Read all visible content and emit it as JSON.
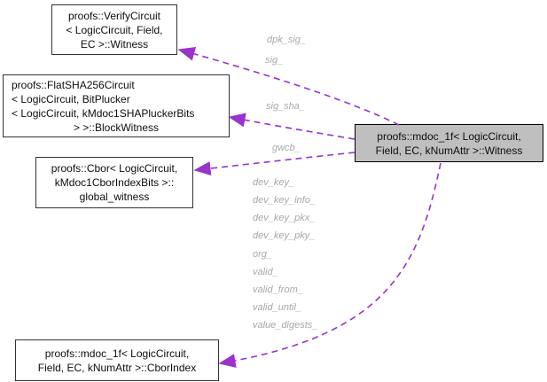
{
  "colors": {
    "edge": "#9a32cd",
    "edge_label": "#a8a8a8",
    "highlight_node_fill": "#bfbfbf",
    "node_fill": "#ffffff",
    "node_border": "#333333"
  },
  "nodes": {
    "verify_witness": {
      "lines": [
        "proofs::VerifyCircuit",
        "< LogicCircuit, Field,",
        "EC >::Witness"
      ]
    },
    "flatsha_blockwitness": {
      "lines": [
        "proofs::FlatSHA256Circuit",
        "< LogicCircuit, BitPlucker",
        "< LogicCircuit, kMdoc1SHAPluckerBits",
        "> >::BlockWitness"
      ]
    },
    "cbor_global_witness": {
      "lines": [
        "proofs::Cbor< LogicCircuit,",
        "kMdoc1CborIndexBits >::",
        "global_witness"
      ]
    },
    "mdoc_witness": {
      "lines": [
        "proofs::mdoc_1f< LogicCircuit,",
        "Field, EC, kNumAttr >::Witness"
      ]
    },
    "mdoc_cborindex": {
      "lines": [
        "proofs::mdoc_1f< LogicCircuit,",
        "Field, EC, kNumAttr >::CborIndex"
      ]
    }
  },
  "edge_labels": {
    "dpk_sig": "dpk_sig_",
    "sig": "sig_",
    "sig_sha": "sig_sha_",
    "gwcb": "gwcb_",
    "dev_key": "dev_key_",
    "dev_key_info": "dev_key_info_",
    "dev_key_pkx": "dev_key_pkx_",
    "dev_key_pky": "dev_key_pky_",
    "org": "org_",
    "valid": "valid_",
    "valid_from": "valid_from_",
    "valid_until": "valid_until_",
    "value_digests": "value_digests_"
  }
}
